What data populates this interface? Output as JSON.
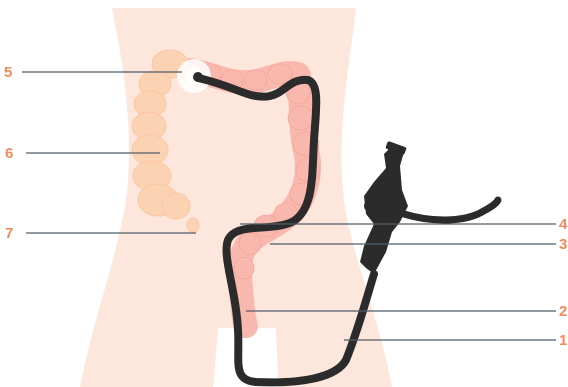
{
  "callouts": [
    {
      "number": "1"
    },
    {
      "number": "2"
    },
    {
      "number": "3"
    },
    {
      "number": "4"
    },
    {
      "number": "5"
    },
    {
      "number": "6"
    },
    {
      "number": "7"
    }
  ],
  "colors": {
    "label": "#f08a5d",
    "leader_line": "#4f5d69",
    "body_skin": "#fde7dc",
    "colon_highlight": "#fbc7a3",
    "colon_segment": "#fcd3b2",
    "colon_pink": "#f9b8ad",
    "colon_pink_dark": "#f09f94",
    "endoscope": "#2b2b2b",
    "light_glow": "#ffffff"
  }
}
